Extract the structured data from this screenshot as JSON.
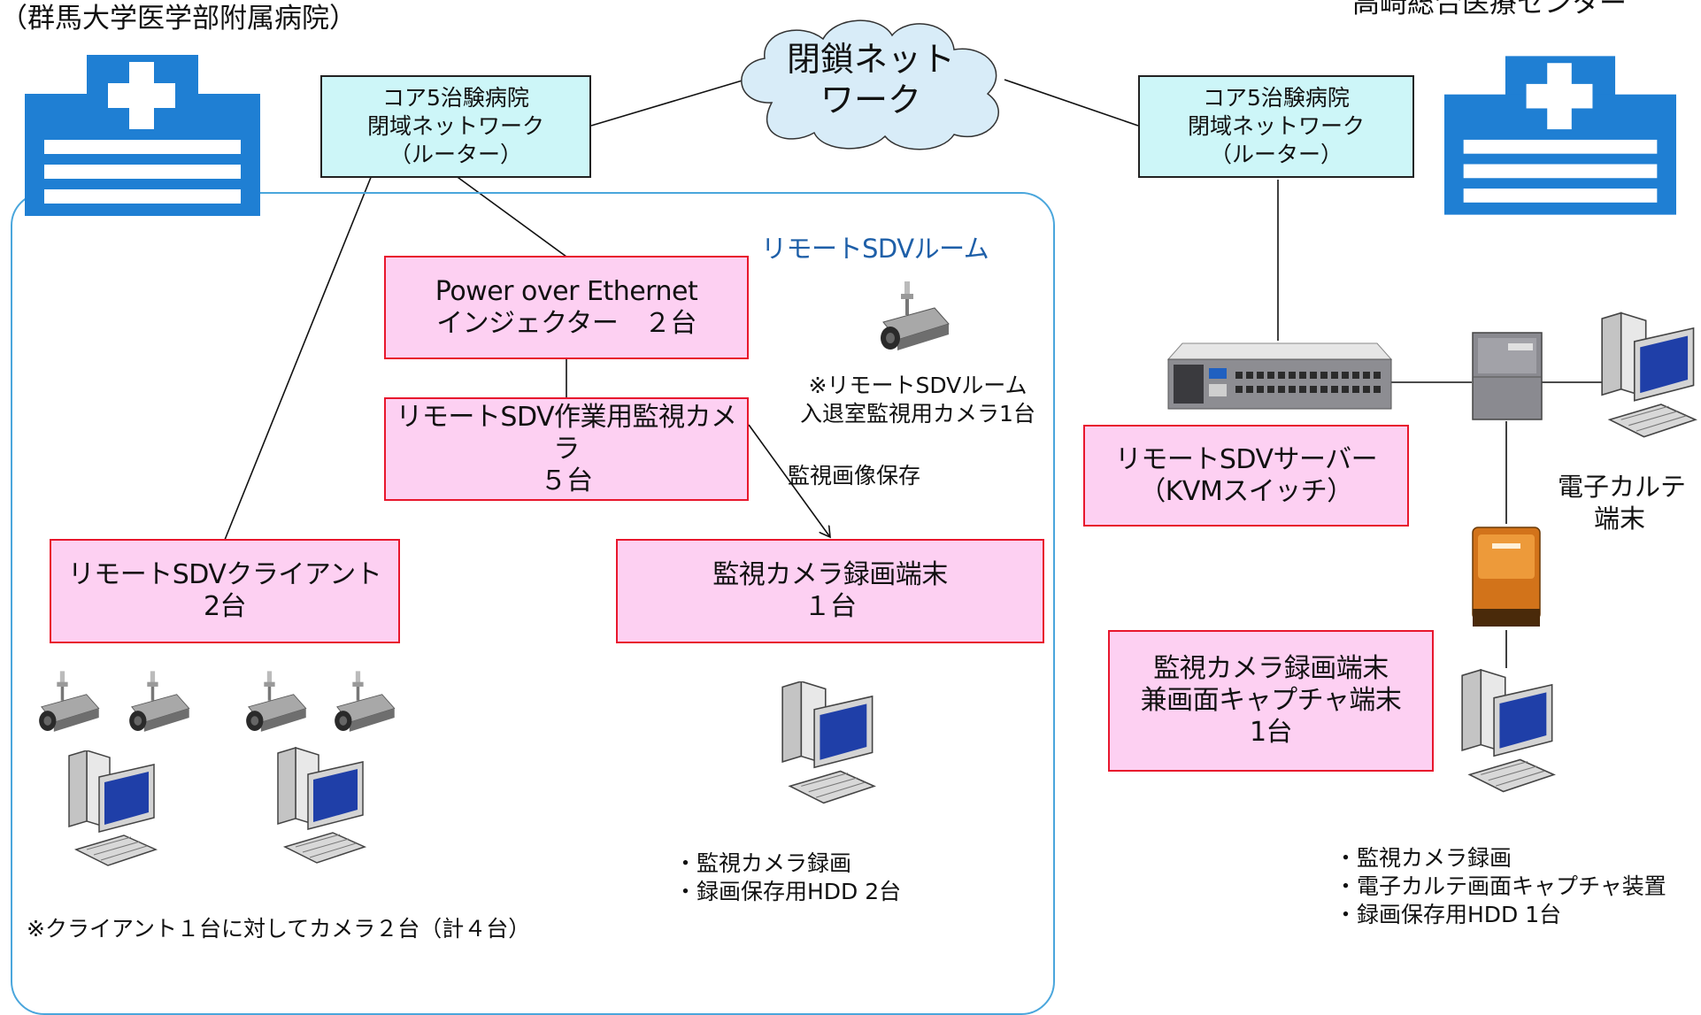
{
  "hospital_left": {
    "name": "（群馬大学医学部附属病院）"
  },
  "hospital_right": {
    "name": "高崎総合医療センター"
  },
  "network": {
    "line1": "閉鎖ネット",
    "line2": "ワーク"
  },
  "router_left": {
    "line1": "コア5治験病院",
    "line2": "閉域ネットワーク",
    "line3": "（ルーター）"
  },
  "router_right": {
    "line1": "コア5治験病院",
    "line2": "閉域ネットワーク",
    "line3": "（ルーター）"
  },
  "room": {
    "label": "リモートSDVルーム"
  },
  "poe": {
    "line1": "Power over Ethernet",
    "line2": "インジェクター　２台"
  },
  "work_camera": {
    "line1": "リモートSDV作業用監視カメラ",
    "line2": "５台"
  },
  "entry_camera_note": {
    "line1": "※リモートSDVルーム",
    "line2": "入退室監視用カメラ1台"
  },
  "save_label": "監視画像保存",
  "client": {
    "line1": "リモートSDVクライアント",
    "line2": "2台"
  },
  "recorder": {
    "line1": "監視カメラ録画端末",
    "line2": "１台"
  },
  "client_note": "※クライアント１台に対してカメラ２台（計４台）",
  "recorder_bullets": [
    "・監視カメラ録画",
    "・録画保存用HDD 2台"
  ],
  "server": {
    "line1": "リモートSDVサーバー",
    "line2": "（KVMスイッチ）"
  },
  "ehr_terminal": {
    "line1": "電子カルテ",
    "line2": "端末"
  },
  "capture": {
    "line1": "監視カメラ録画端末",
    "line2": "兼画面キャプチャ端末",
    "line3": "1台"
  },
  "right_bullets": [
    "・監視カメラ録画",
    "・電子カルテ画面キャプチャ装置",
    "・録画保存用HDD 1台"
  ],
  "colors": {
    "hospital_blue": "#1f7fd3",
    "pink_fill": "#fdd0f2",
    "pink_border": "#e8172d",
    "cyan_fill": "#cdf6f8",
    "room_border": "#4aa6dc",
    "room_label": "#1e5fa8"
  },
  "icons": [
    "hospital-icon",
    "cloud-icon",
    "camera-icon",
    "computer-icon",
    "kvm-switch-icon",
    "capture-device-icon",
    "hdd-icon"
  ]
}
